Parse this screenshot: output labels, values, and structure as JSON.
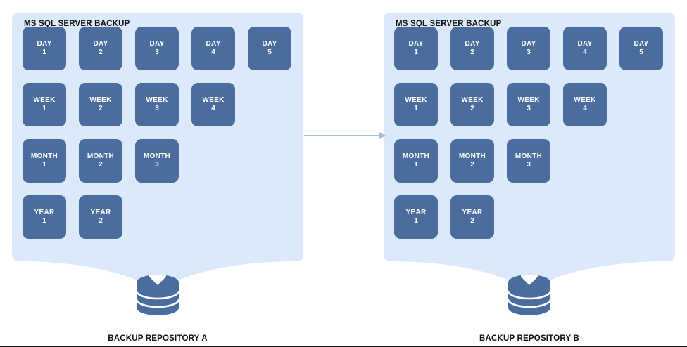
{
  "colors": {
    "panel_bg": "#dce9fa",
    "tile_bg": "#4a6d9e",
    "tile_text": "#ffffff",
    "title_text": "#10100f",
    "db_icon": "#4a6d9e",
    "connector": "#a9bdd4",
    "page_bg": "#ffffff",
    "bottom_rule": "#1b1b1b"
  },
  "connector": {
    "icon": "arrow-right-icon",
    "direction": "left-to-right"
  },
  "groups": [
    {
      "id": "repository-a",
      "title": "MS SQL SERVER BACKUP",
      "repo_label": "BACKUP REPOSITORY A",
      "db_icon": "database-cylinder-icon",
      "rows": [
        {
          "id": "day-row",
          "tiles": [
            {
              "label": "DAY",
              "num": "1"
            },
            {
              "label": "DAY",
              "num": "2"
            },
            {
              "label": "DAY",
              "num": "3"
            },
            {
              "label": "DAY",
              "num": "4"
            },
            {
              "label": "DAY",
              "num": "5"
            }
          ]
        },
        {
          "id": "week-row",
          "tiles": [
            {
              "label": "WEEK",
              "num": "1"
            },
            {
              "label": "WEEK",
              "num": "2"
            },
            {
              "label": "WEEK",
              "num": "3"
            },
            {
              "label": "WEEK",
              "num": "4"
            }
          ]
        },
        {
          "id": "month-row",
          "tiles": [
            {
              "label": "MONTH",
              "num": "1"
            },
            {
              "label": "MONTH",
              "num": "2"
            },
            {
              "label": "MONTH",
              "num": "3"
            }
          ]
        },
        {
          "id": "year-row",
          "tiles": [
            {
              "label": "YEAR",
              "num": "1"
            },
            {
              "label": "YEAR",
              "num": "2"
            }
          ]
        }
      ]
    },
    {
      "id": "repository-b",
      "title": "MS SQL SERVER BACKUP",
      "repo_label": "BACKUP REPOSITORY B",
      "db_icon": "database-cylinder-icon",
      "rows": [
        {
          "id": "day-row",
          "tiles": [
            {
              "label": "DAY",
              "num": "1"
            },
            {
              "label": "DAY",
              "num": "2"
            },
            {
              "label": "DAY",
              "num": "3"
            },
            {
              "label": "DAY",
              "num": "4"
            },
            {
              "label": "DAY",
              "num": "5"
            }
          ]
        },
        {
          "id": "week-row",
          "tiles": [
            {
              "label": "WEEK",
              "num": "1"
            },
            {
              "label": "WEEK",
              "num": "2"
            },
            {
              "label": "WEEK",
              "num": "3"
            },
            {
              "label": "WEEK",
              "num": "4"
            }
          ]
        },
        {
          "id": "month-row",
          "tiles": [
            {
              "label": "MONTH",
              "num": "1"
            },
            {
              "label": "MONTH",
              "num": "2"
            },
            {
              "label": "MONTH",
              "num": "3"
            }
          ]
        },
        {
          "id": "year-row",
          "tiles": [
            {
              "label": "YEAR",
              "num": "1"
            },
            {
              "label": "YEAR",
              "num": "2"
            }
          ]
        }
      ]
    }
  ]
}
